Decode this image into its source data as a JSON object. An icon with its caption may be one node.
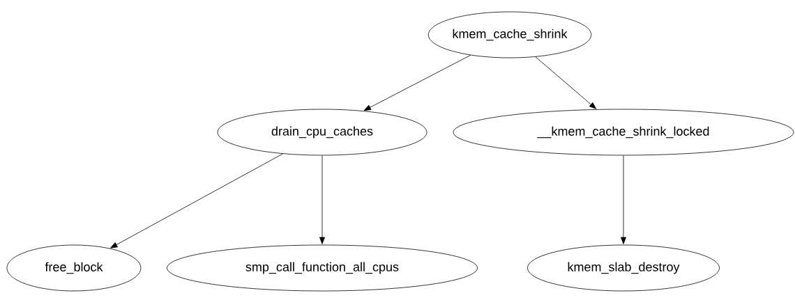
{
  "diagram": {
    "nodes": [
      {
        "text": [
          "kmem_cache_shrink"
        ]
      },
      {
        "text": [
          "drain_cpu_caches"
        ]
      },
      {
        "text": [
          "__kmem_cache_shrink_locked"
        ]
      },
      {
        "text": [
          "free_block"
        ]
      },
      {
        "text": [
          "smp_call_function_all_cpus"
        ]
      },
      {
        "text": [
          "kmem_slab_destroy"
        ]
      }
    ],
    "edges": [
      {
        "from": 0,
        "to": 1,
        "arrow": "to"
      },
      {
        "from": 0,
        "to": 2,
        "arrow": "to"
      },
      {
        "from": 1,
        "to": 3,
        "arrow": "to"
      },
      {
        "from": 1,
        "to": 4,
        "arrow": "to"
      },
      {
        "from": 2,
        "to": 5,
        "arrow": "to"
      }
    ]
  }
}
